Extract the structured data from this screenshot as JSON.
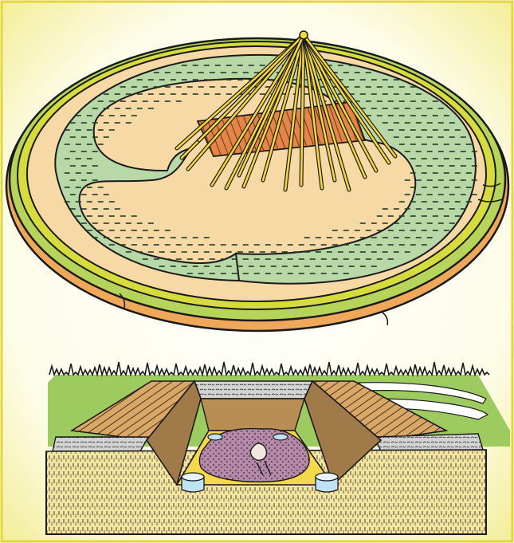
{
  "image": {
    "kind": "illustration",
    "subject_top": "plan-view-burial-mound",
    "subject_bottom": "cutaway-burial-pit",
    "colors": {
      "frame_border": "#e2d63a",
      "frame_fill": "#fdfbe3",
      "outline": "#1a1a1a",
      "rim_yellow": "#d7dc3e",
      "rim_green": "#b6d35a",
      "rim_orange": "#efa85a",
      "sand": "#f7d9a6",
      "meadow": "#b9d8a7",
      "meadow_dash": "#1f3b25",
      "chamber_orange": "#e2864a",
      "ray": "#f4d73c",
      "soil": "#f3e4a1",
      "soil_hatch": "#3a2f1a",
      "wood": "#d9a766",
      "stone": "#d3d3d3",
      "pit_floor": "#f5d94b",
      "remains": "#b48aa8",
      "bowl": "#bfe3f0",
      "grass": "#9ecb5f",
      "sky_band": "#ffffff"
    }
  }
}
